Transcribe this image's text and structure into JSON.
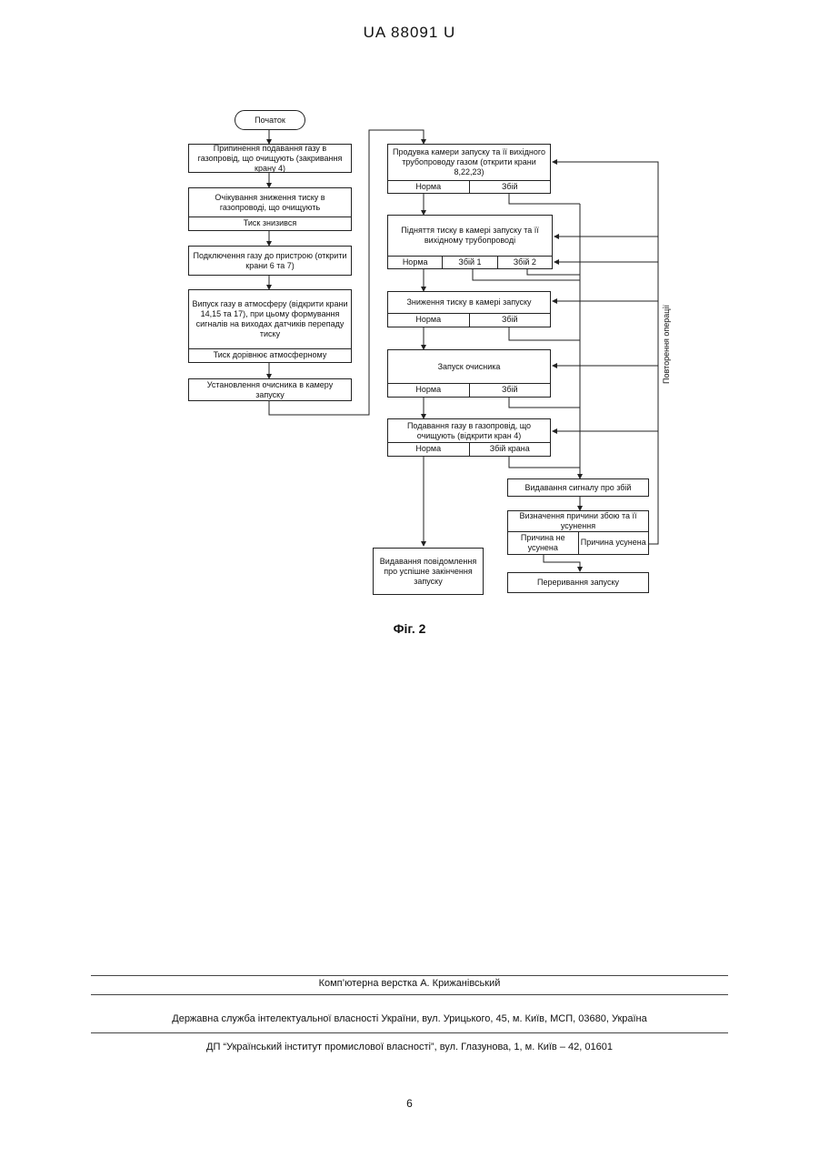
{
  "header": {
    "patent_id": "UA   88091   U"
  },
  "diagram": {
    "start": "Початок",
    "left": {
      "b1": "Припинення подавання газу в газопровід, що очищують (закривання крану 4)",
      "b2": "Очікування зниження тиску в газопроводі, що очищують",
      "b2_bar": "Тиск знизився",
      "b3": "Подключення газу до пристрою (открити крани 6 та 7)",
      "b4": "Випуск газу в атмосферу (відкрити крани 14,15 та 17), при цьому формування сигналів на виходах датчиків перепаду тиску",
      "b4_bar": "Тиск дорівнює атмосферному",
      "b5": "Установлення очисника в камеру запуску"
    },
    "right": {
      "r1": "Продувка камери запуску та її вихідного трубопроводу газом (открити крани 8,22,23)",
      "r1_bar": [
        "Норма",
        "Збій"
      ],
      "r2": "Підняття тиску в камері запуску та її вихідному трубопроводі",
      "r2_bar": [
        "Норма",
        "Збій 1",
        "Збій 2"
      ],
      "r3": "Зниження тиску в камері запуску",
      "r3_bar": [
        "Норма",
        "Збій"
      ],
      "r4": "Запуск очисника",
      "r4_bar": [
        "Норма",
        "Збій"
      ],
      "r5": "Подавання газу в газопровід, що очищують (відкрити кран 4)",
      "r5_bar": [
        "Норма",
        "Збій крана"
      ],
      "fail_signal": "Видавання сигналу про збій",
      "cause": "Визначення причини збою та її усунення",
      "cause_bar": [
        "Причина не усунена",
        "Причина усунена"
      ],
      "success": "Видавання повідомлення про успішне закінчення запуску",
      "abort": "Переривання запуску",
      "repeat_label": "Повторення операції"
    },
    "figure_caption": "Фіг. 2"
  },
  "footer": {
    "line1": "Комп’ютерна верстка А. Крижанівський",
    "line2": "Державна служба інтелектуальної власності України, вул. Урицького, 45, м. Київ, МСП, 03680, Україна",
    "line3": "ДП “Український інститут промислової власності”, вул. Глазунова, 1, м. Київ – 42, 01601",
    "page_number": "6"
  }
}
